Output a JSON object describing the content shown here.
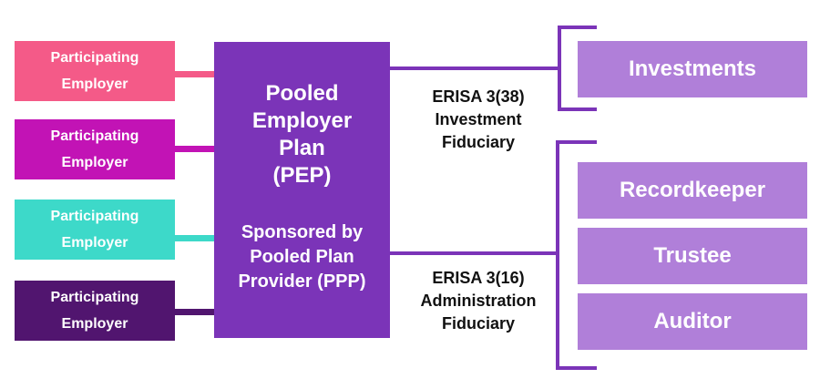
{
  "colors": {
    "emp1": "#f45a88",
    "emp2": "#c213b5",
    "emp3": "#3dd9c9",
    "emp4": "#51156f",
    "pep": "#7b34b8",
    "bracket": "#7b34b8",
    "service": "#b07fd9"
  },
  "employers": [
    {
      "line1": "Participating",
      "line2": "Employer"
    },
    {
      "line1": "Participating",
      "line2": "Employer"
    },
    {
      "line1": "Participating",
      "line2": "Employer"
    },
    {
      "line1": "Participating",
      "line2": "Employer"
    }
  ],
  "pep": {
    "title_line1": "Pooled",
    "title_line2": "Employer",
    "title_line3": "Plan",
    "title_line4": "(PEP)",
    "sponsor_line1": "Sponsored by",
    "sponsor_line2": "Pooled Plan",
    "sponsor_line3": "Provider (PPP)"
  },
  "fiduciaries": {
    "investment": {
      "line1": "ERISA 3(38)",
      "line2": "Investment",
      "line3": "Fiduciary"
    },
    "administration": {
      "line1": "ERISA 3(16)",
      "line2": "Administration",
      "line3": "Fiduciary"
    }
  },
  "services": {
    "investments": "Investments",
    "recordkeeper": "Recordkeeper",
    "trustee": "Trustee",
    "auditor": "Auditor"
  }
}
